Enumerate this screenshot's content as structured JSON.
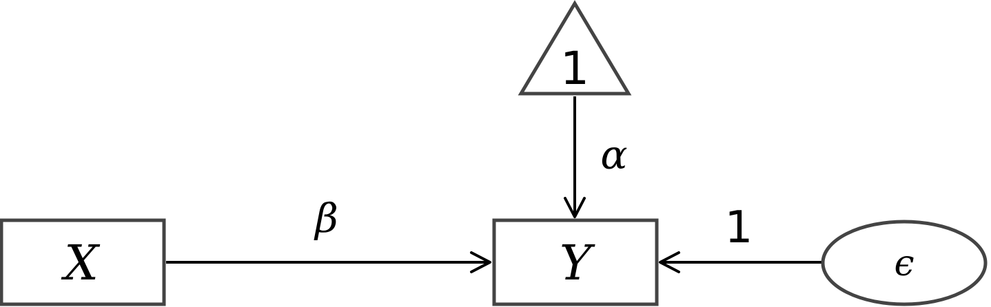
{
  "diagram": {
    "nodes": {
      "x": {
        "label": "X",
        "shape": "rectangle"
      },
      "y": {
        "label": "Y",
        "shape": "rectangle"
      },
      "constant": {
        "label": "1",
        "shape": "triangle"
      },
      "error": {
        "label": "ϵ",
        "shape": "ellipse"
      }
    },
    "edges": {
      "x_to_y": {
        "label": "β"
      },
      "constant_to_y": {
        "label": "α"
      },
      "error_to_y": {
        "label": "1"
      }
    }
  },
  "colors": {
    "node_stroke": "#444444",
    "edge": "#000000",
    "background": "#ffffff"
  }
}
